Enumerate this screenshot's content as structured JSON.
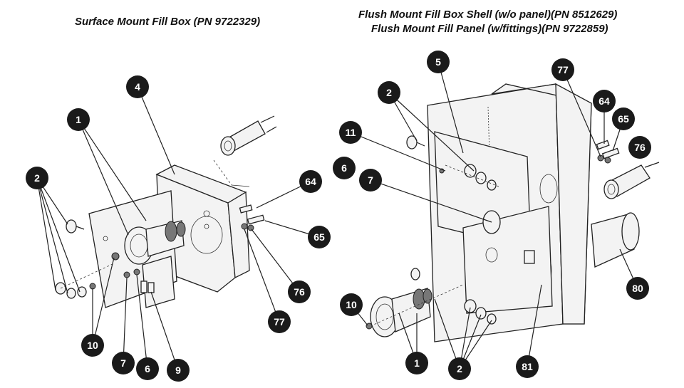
{
  "titles": {
    "surface": "Surface Mount Fill Box (PN 9722329)",
    "flush_shell": "Flush Mount Fill Box Shell (w/o panel)(PN 8512629)",
    "flush_panel": "Flush Mount Fill Panel (w/fittings)(PN 9722859)"
  },
  "callouts": {
    "left": [
      "1",
      "2",
      "4",
      "64",
      "65",
      "76",
      "77",
      "10",
      "7",
      "6",
      "9"
    ],
    "right": [
      "5",
      "77",
      "2",
      "64",
      "65",
      "11",
      "76",
      "6",
      "7",
      "80",
      "10",
      "1",
      "2",
      "81"
    ]
  },
  "colors": {
    "callout_fill": "#1a1a1a",
    "callout_text": "#ffffff",
    "line": "#222222"
  }
}
